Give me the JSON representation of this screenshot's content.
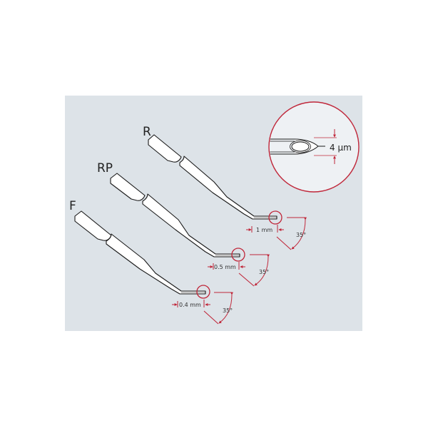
{
  "diagram": {
    "title": "",
    "background_color": "#dde3e8",
    "accent_color": "#c0273a",
    "outline_color": "#1a1a1a",
    "tweezers": [
      {
        "id": "R",
        "label": "R",
        "tip_length": "1 mm",
        "angle": "35°"
      },
      {
        "id": "RP",
        "label": "RP",
        "tip_length": "0.5 mm",
        "angle": "35°"
      },
      {
        "id": "F",
        "label": "F",
        "tip_length": "0.4 mm",
        "angle": "35°"
      }
    ],
    "magnified_detail": {
      "tip_width": "4 µm"
    }
  }
}
